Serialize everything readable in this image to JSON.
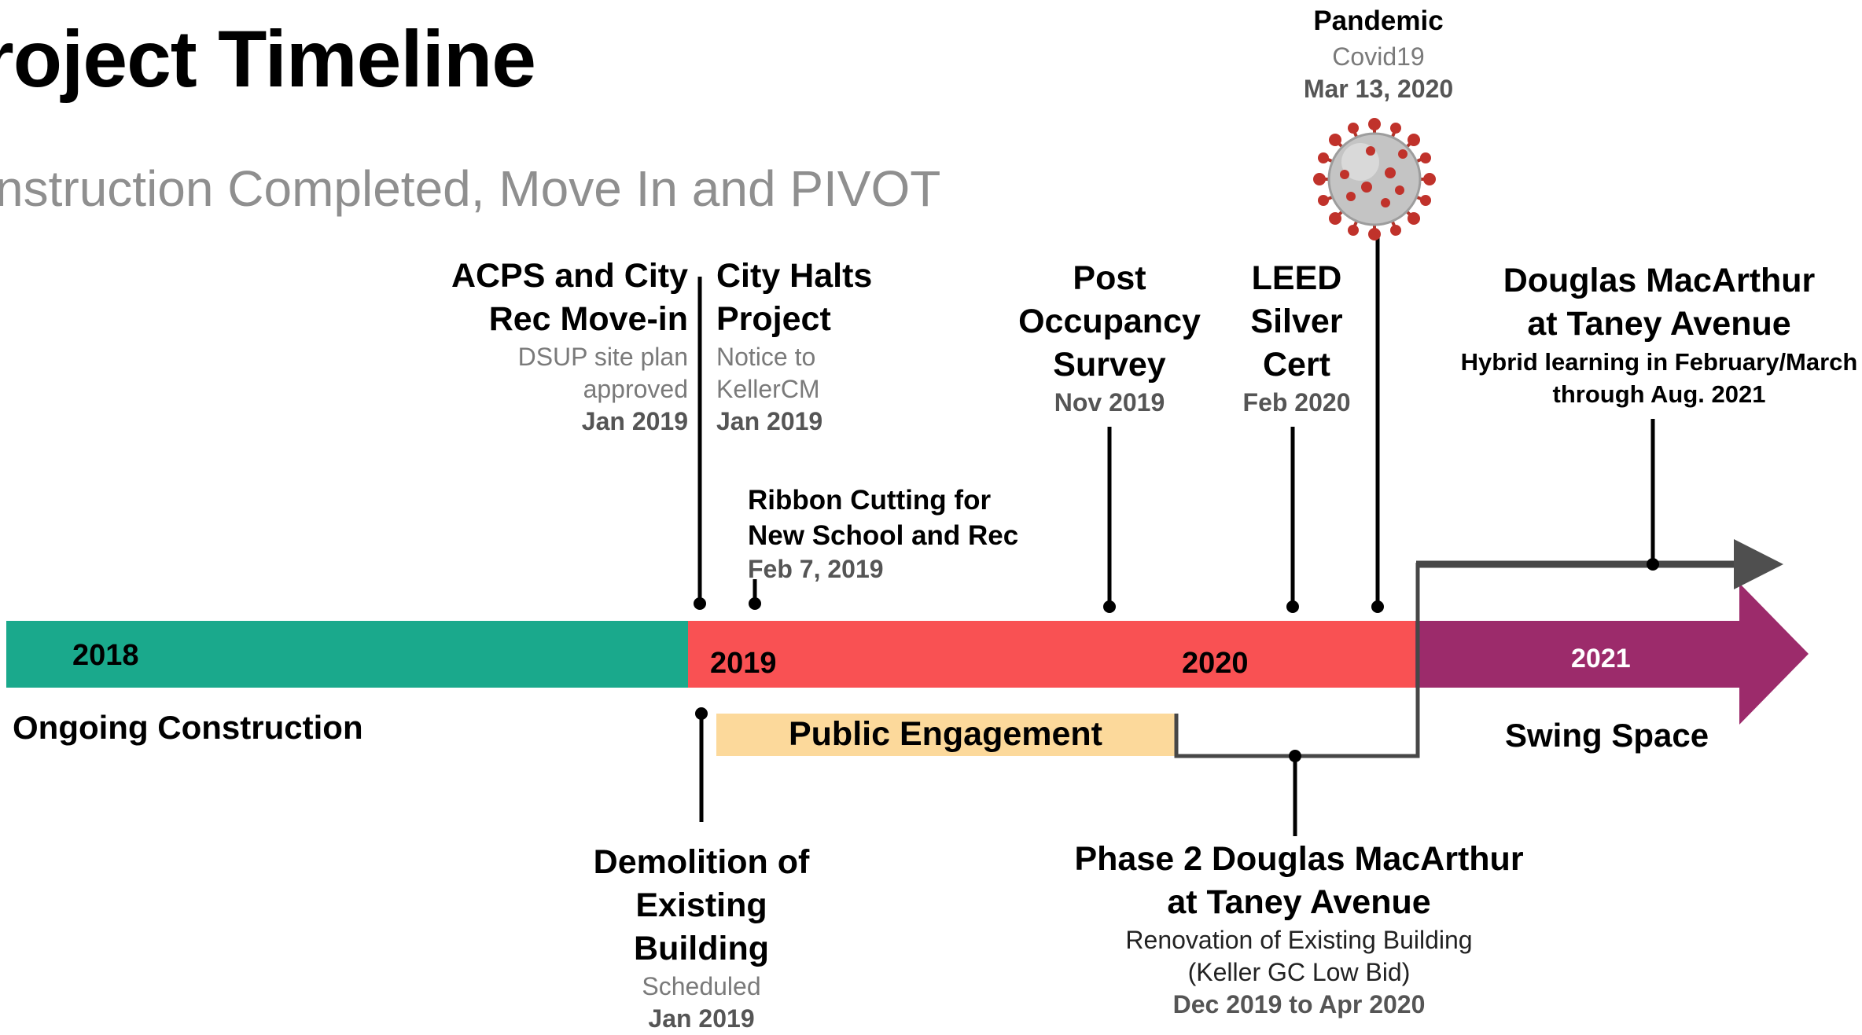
{
  "title": "roject Timeline",
  "subtitle": "nstruction Completed, Move In and PIVOT",
  "colors": {
    "period_2018": "#1aa98c",
    "period_2019_2020": "#f95153",
    "period_2021": "#9c2b6b",
    "public_engagement": "#fcd99b",
    "connector": "#474747",
    "arrow": "#4f4f4f"
  },
  "periods": [
    {
      "year": "2018",
      "label": "Ongoing Construction"
    },
    {
      "year": "2019",
      "label": ""
    },
    {
      "year": "2020",
      "label": ""
    },
    {
      "year": "2021",
      "label": "Swing Space"
    }
  ],
  "public_engagement": "Public Engagement",
  "events": {
    "acps_move_in": {
      "title": [
        "ACPS and City",
        "Rec Move-in"
      ],
      "detail": [
        "DSUP site plan",
        "approved"
      ],
      "date": "Jan 2019"
    },
    "city_halts": {
      "title": [
        "City Halts",
        "Project"
      ],
      "detail": [
        "Notice to",
        "KellerCM"
      ],
      "date": "Jan 2019"
    },
    "ribbon_cutting": {
      "title": [
        "Ribbon Cutting for",
        "New School and Rec"
      ],
      "date": "Feb 7, 2019"
    },
    "post_occupancy": {
      "title": [
        "Post",
        "Occupancy",
        "Survey"
      ],
      "date": "Nov 2019"
    },
    "leed": {
      "title": [
        "LEED",
        "Silver",
        "Cert"
      ],
      "date": "Feb 2020"
    },
    "pandemic": {
      "title": "Pandemic",
      "detail": "Covid19",
      "date": "Mar 13, 2020",
      "icon": "virus-icon"
    },
    "douglas_taney": {
      "title": [
        "Douglas MacArthur",
        "at Taney Avenue"
      ],
      "detail": [
        "Hybrid learning in February/March",
        "through Aug. 2021"
      ]
    },
    "demolition": {
      "title": [
        "Demolition of",
        "Existing",
        "Building"
      ],
      "detail": "Scheduled",
      "date": "Jan 2019"
    },
    "phase2": {
      "title": [
        "Phase 2 Douglas MacArthur",
        "at Taney Avenue"
      ],
      "detail": [
        "Renovation of Existing Building",
        "(Keller GC Low Bid)"
      ],
      "date": "Dec 2019 to Apr 2020"
    }
  }
}
